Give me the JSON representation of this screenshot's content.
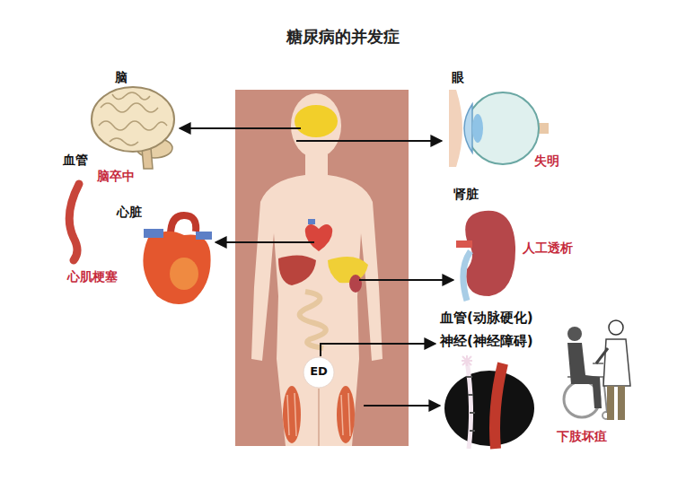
{
  "diagram": {
    "title": "糖尿病的并发症",
    "nodes": [
      {
        "text": [
          "脑"
        ]
      },
      {
        "text": [
          "眼",
          "失明"
        ]
      },
      {
        "text": [
          "血管",
          "脑卒中"
        ]
      },
      {
        "text": [
          "心脏",
          "心肌梗塞"
        ]
      },
      {
        "text": [
          "肾脏",
          "人工透析"
        ]
      },
      {
        "text": [
          "血管(动脉硬化)",
          "神经(神经障碍)",
          "下肢坏疽"
        ]
      },
      {
        "text": [
          "ED"
        ]
      }
    ],
    "edges": [
      {
        "from": 6,
        "to": 5,
        "arrow": "to"
      }
    ]
  }
}
